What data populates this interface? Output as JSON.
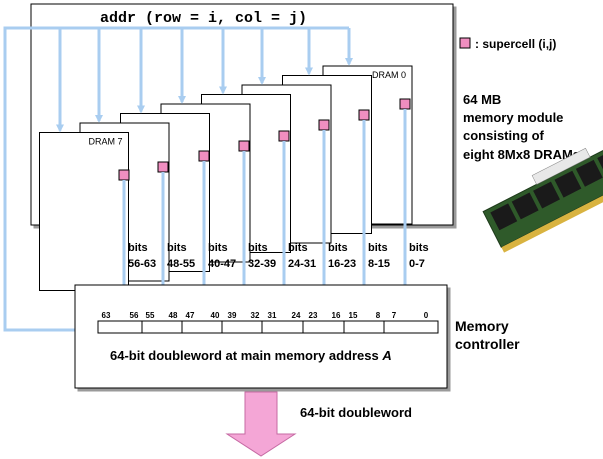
{
  "title": "addr (row = i, col = j)",
  "legend": {
    "label": ": supercell (i,j)",
    "color": "#f08ec0"
  },
  "module": {
    "lines": [
      "64 MB",
      "memory module",
      "consisting of",
      "eight 8Mx8 DRAMs"
    ]
  },
  "drams": [
    {
      "label": "DRAM 0"
    },
    {
      "label": ""
    },
    {
      "label": ""
    },
    {
      "label": ""
    },
    {
      "label": ""
    },
    {
      "label": ""
    },
    {
      "label": ""
    },
    {
      "label": "DRAM 7"
    }
  ],
  "bit_groups": [
    {
      "top": "bits",
      "range": "56-63"
    },
    {
      "top": "bits",
      "range": "48-55"
    },
    {
      "top": "bits",
      "range": "40-47"
    },
    {
      "top": "bits",
      "range": "32-39"
    },
    {
      "top": "bits",
      "range": "24-31"
    },
    {
      "top": "bits",
      "range": "16-23"
    },
    {
      "top": "bits",
      "range": "8-15"
    },
    {
      "top": "bits",
      "range": "0-7"
    }
  ],
  "register": {
    "bit_labels": [
      "63",
      "56",
      "55",
      "48",
      "47",
      "40",
      "39",
      "32",
      "31",
      "24",
      "23",
      "16",
      "15",
      "8",
      "7",
      "0"
    ],
    "caption_prefix": "64-bit doubleword at main memory address ",
    "caption_var": "A"
  },
  "controller": {
    "line1": "Memory",
    "line2": "controller"
  },
  "output_label": "64-bit doubleword",
  "colors": {
    "arrow": "#a9cdf0",
    "supercell": "#f08ec0",
    "output_arrow": "#f4a6d6",
    "text": "#000000",
    "border": "#000000"
  },
  "image": {
    "name": "ram-stick-icon"
  }
}
